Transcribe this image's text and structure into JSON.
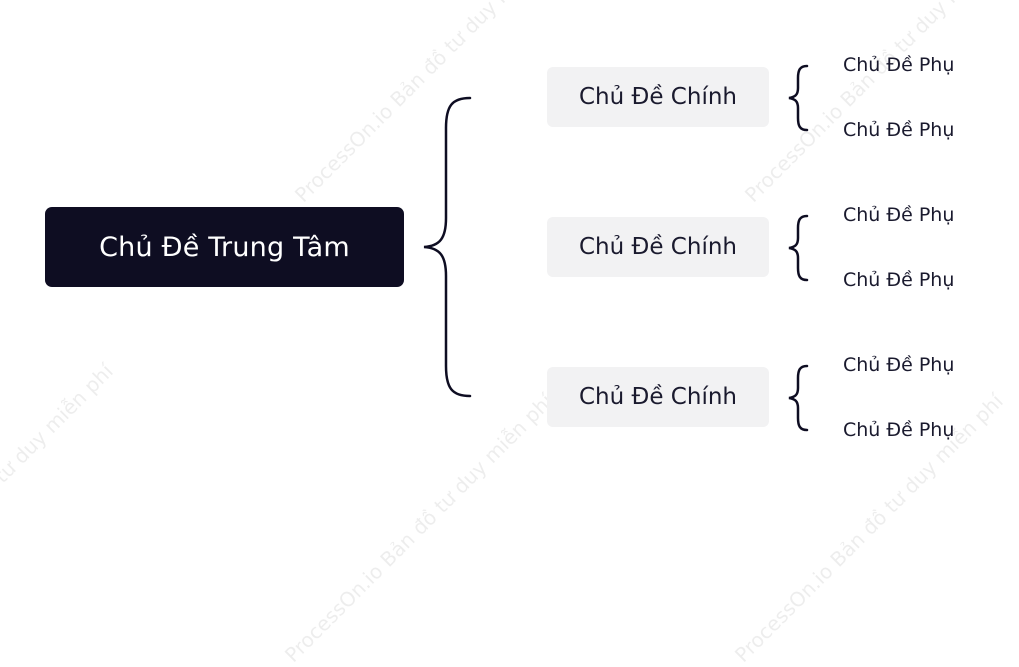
{
  "colors": {
    "central_bg": "#0e0d22",
    "central_text": "#ffffff",
    "main_bg": "#f2f2f3",
    "text": "#1a1a2e",
    "brace": "#0e0d22"
  },
  "watermark_text": "ProcessOn.io Bản đồ tư duy miễn phí",
  "central": {
    "label": "Chủ Đề Trung Tâm"
  },
  "main_topics": [
    {
      "label": "Chủ Đề Chính",
      "subs": [
        "Chủ Đề Phụ",
        "Chủ Đề Phụ"
      ]
    },
    {
      "label": "Chủ Đề Chính",
      "subs": [
        "Chủ Đề Phụ",
        "Chủ Đề Phụ"
      ]
    },
    {
      "label": "Chủ Đề Chính",
      "subs": [
        "Chủ Đề Phụ",
        "Chủ Đề Phụ"
      ]
    }
  ]
}
